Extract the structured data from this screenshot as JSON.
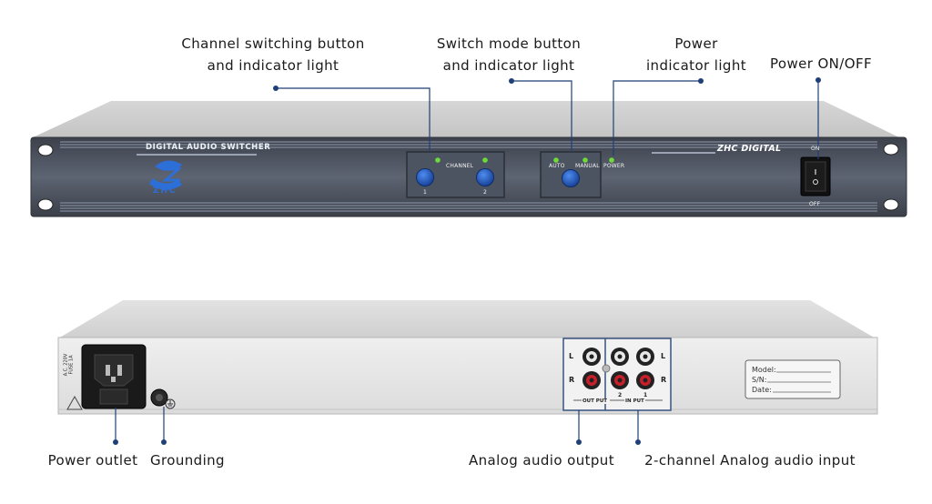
{
  "callouts": {
    "channel_button": [
      "Channel switching button",
      "and indicator light"
    ],
    "switch_mode": [
      "Switch mode button",
      "and indicator light"
    ],
    "power_indicator": [
      "Power",
      "indicator light"
    ],
    "power_switch": "Power ON/OFF",
    "power_outlet": "Power outlet",
    "grounding": "Grounding",
    "analog_output": "Analog audio output",
    "analog_input": "2-channel Analog audio input"
  },
  "front_panel": {
    "title": "DIGITAL AUDIO SWITCHER",
    "brand": "ZHC DIGITAL",
    "logo_text": "ZHC",
    "channel_label": "CHANNEL",
    "channel_1": "1",
    "channel_2": "2",
    "auto_label": "AUTO",
    "manual_label": "MANUAL",
    "power_label": "POWER",
    "on_label": "ON",
    "off_label": "OFF"
  },
  "rear_panel": {
    "ac_label": "A.C. 220V",
    "fuse_label": "FUSE 1A",
    "port_l": "L",
    "port_r": "R",
    "output_label": "OUT PUT",
    "input_label": "IN PUT",
    "input_2": "2",
    "input_1": "1",
    "model_label": "Model:",
    "sn_label": "S/N:",
    "date_label": "Date:"
  },
  "colors": {
    "leader_line": "#1e3f78",
    "leader_dot": "#1e3f78",
    "panel_face": "#5b6270",
    "button_blue": "#1f5cc9",
    "led_green": "#6ddc3a",
    "rear_plate": "#e6e7e9",
    "jack_red": "#c8202a"
  }
}
